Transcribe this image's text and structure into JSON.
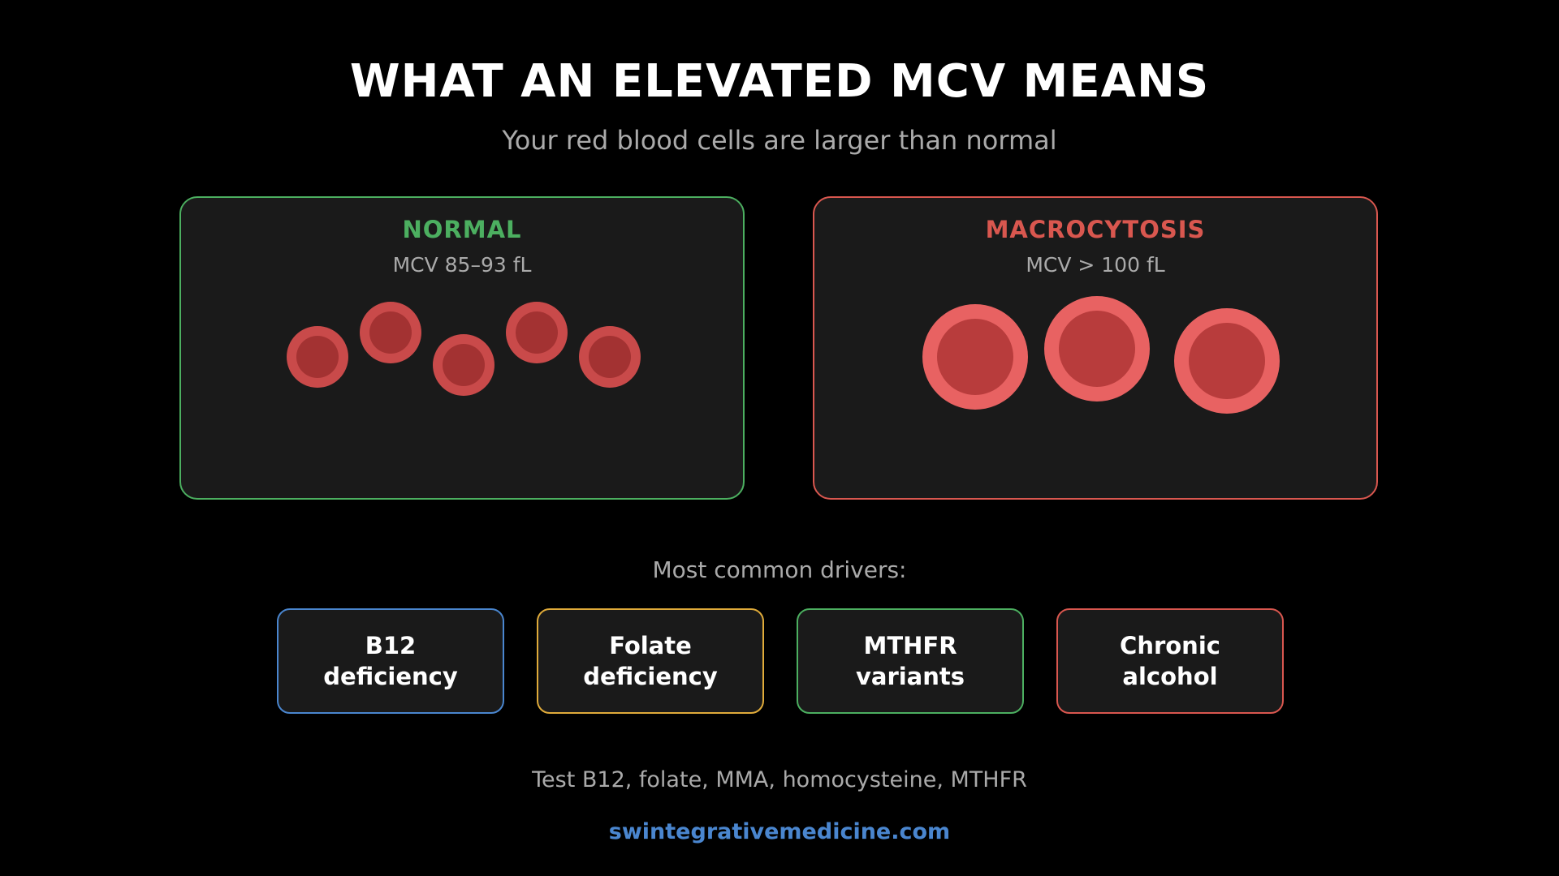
{
  "header": {
    "title": "WHAT AN ELEVATED MCV MEANS",
    "subtitle": "Your red blood cells are larger than normal"
  },
  "panels": {
    "normal": {
      "heading": "NORMAL",
      "range": "MCV 85–93 fL",
      "border_color": "#4caf60",
      "cell_count": 5,
      "cell_colors": {
        "outer": "#c94a4a",
        "inner": "#a33232"
      }
    },
    "macrocytosis": {
      "heading": "MACROCYTOSIS",
      "range": "MCV > 100 fL",
      "border_color": "#d9574f",
      "cell_count": 3,
      "cell_colors": {
        "outer": "#e86262",
        "inner": "#b83c3c"
      }
    }
  },
  "drivers": {
    "label": "Most common drivers:",
    "items": [
      {
        "label": "B12\ndeficiency",
        "color": "#4a86cf"
      },
      {
        "label": "Folate\ndeficiency",
        "color": "#e0ab3a"
      },
      {
        "label": "MTHFR\nvariants",
        "color": "#4caf60"
      },
      {
        "label": "Chronic\nalcohol",
        "color": "#d9574f"
      }
    ]
  },
  "footer": {
    "tests": "Test B12, folate, MMA, homocysteine, MTHFR",
    "website": "swintegrativemedicine.com"
  }
}
